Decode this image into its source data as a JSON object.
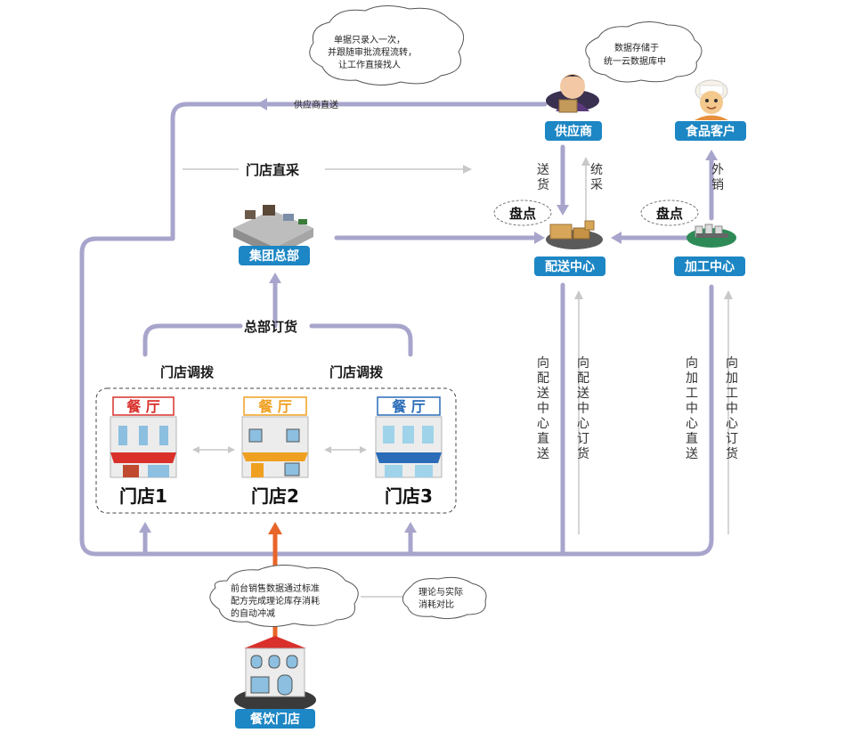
{
  "nodes": {
    "supplier": "供应商",
    "food_customer": "食品客户",
    "distribution_center": "配送中心",
    "processing_center": "加工中心",
    "group_hq": "集团总部",
    "restaurant_store": "餐饮门店"
  },
  "stores": {
    "store1": "门店1",
    "store2": "门店2",
    "store3": "门店3",
    "sign": "餐  厅"
  },
  "labels": {
    "supplier_direct": "供应商直送",
    "store_direct_purchase": "门店直采",
    "hq_order": "总部订货",
    "store_transfer_left": "门店调拨",
    "store_transfer_right": "门店调拨",
    "deliver": "送货",
    "unified_purchase": "统采",
    "external_sale": "外销",
    "inventory_left": "盘点",
    "inventory_right": "盘点",
    "dc_direct": "向配送中心直送",
    "dc_order": "向配送中心订货",
    "pc_direct": "向加工中心直送",
    "pc_order": "向加工中心订货"
  },
  "bubbles": {
    "documents": [
      "单据只录入一次，",
      "并跟随审批流程流转，",
      "让工作直接找人"
    ],
    "cloud_storage": [
      "数据存储于",
      "统一云数据库中"
    ],
    "auto_deduct": [
      "前台销售数据通过标准",
      "配方完成理论库存消耗",
      "的自动冲减"
    ],
    "compare": [
      "理论与实际",
      "消耗对比"
    ]
  },
  "colors": {
    "flow_line": "#a8a5cc",
    "pill": "#1d86c4",
    "arrow_orange": "#e8652a",
    "thin_arrow": "#c8c8c8",
    "red_sign": "#d9302b",
    "orange_sign": "#f0a020",
    "blue_sign": "#2a6cb8"
  }
}
